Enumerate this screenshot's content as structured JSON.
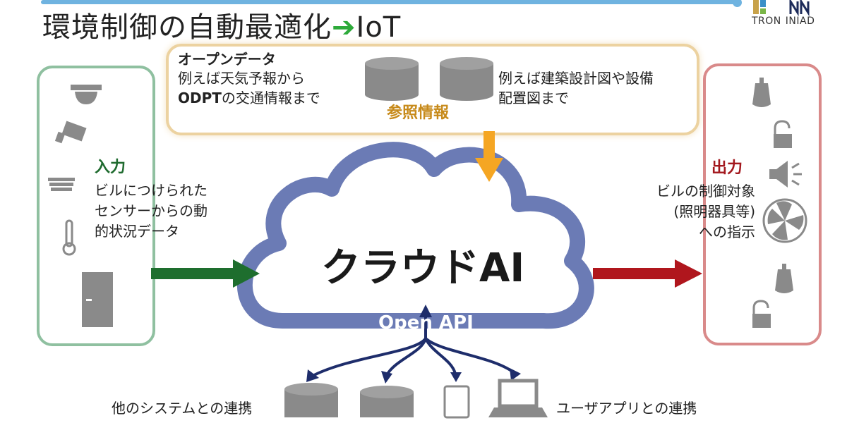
{
  "title": {
    "main": "環境制御の自動最適化",
    "arrow": "➔",
    "suffix": "IoT"
  },
  "logo": {
    "left_text": "TRON",
    "right_text": "INIAD"
  },
  "reference": {
    "open_data_title": "オープンデータ",
    "open_data_line1": "例えば天気予報から",
    "open_data_line2_bold": "ODPT",
    "open_data_line2_rest": "の交通情報まで",
    "building_line1": "例えば建築設計図や設備",
    "building_line2": "配置図まで",
    "label": "参照情報"
  },
  "input": {
    "heading": "入力",
    "desc_line1": "ビルにつけられた",
    "desc_line2": "センサーからの動",
    "desc_line3": "的状況データ"
  },
  "output": {
    "heading": "出力",
    "desc_line1": "ビルの制御対象",
    "desc_line2": "(照明器具等)",
    "desc_line3": "への指示"
  },
  "cloud": {
    "label": "クラウドAI",
    "api_label": "Open API"
  },
  "bottom": {
    "left_text": "他のシステムとの連携",
    "right_text": "ユーザアプリとの連携"
  },
  "colors": {
    "cloud": "#6b7bb5",
    "input_arrow": "#1e6e2e",
    "output_arrow": "#b0161d",
    "ref_arrow": "#f5a623",
    "api_arrows": "#1e2d6b",
    "icon_gray": "#8a8a8a"
  }
}
